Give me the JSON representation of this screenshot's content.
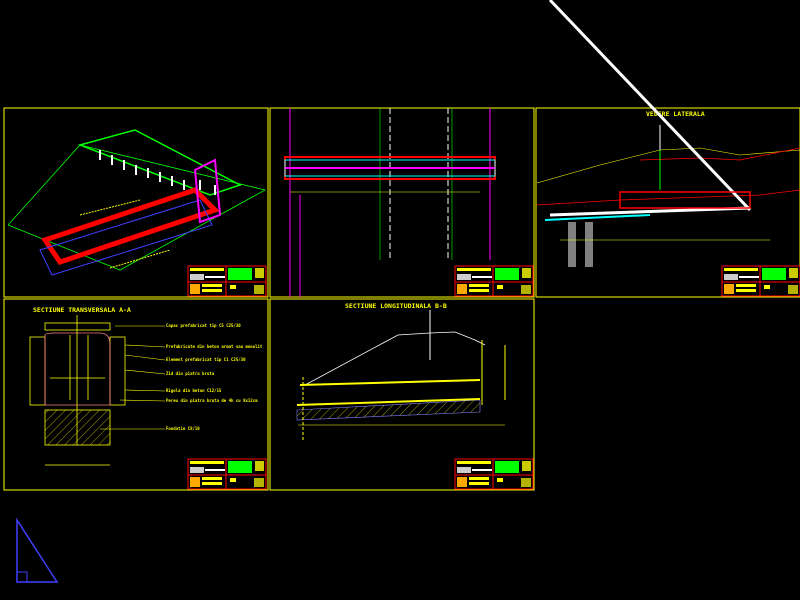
{
  "app": {
    "type": "CAD model space viewer",
    "background": "#000000"
  },
  "colors": {
    "frame": "#ffff00",
    "red": "#ff0000",
    "magenta": "#ff00ff",
    "green": "#00ff00",
    "cyan": "#00ffff",
    "blue": "#4040ff",
    "white": "#ffffff"
  },
  "sheets": [
    {
      "id": "axonometric",
      "title": ""
    },
    {
      "id": "plan",
      "title": ""
    },
    {
      "id": "side-view",
      "title": "VEDERE LATERALA"
    },
    {
      "id": "cross-section",
      "title": "SECTIUNE TRANSVERSALA A-A",
      "labels": [
        "Capac prefabricat tip C5 C25/30",
        "Prefabricate din beton armat sau monolit",
        "Element prefabricat tip C1 C25/30",
        "Zid din piatra bruta",
        "Rigola din beton C12/15",
        "Pereu din piatra bruta de 4h cu 8x12cm",
        "Fundatie C8/10"
      ]
    },
    {
      "id": "longitudinal-section",
      "title": "SECTIUNE LONGITUDINALA B-B"
    }
  ],
  "ucs_icon": {
    "name": "ucs-icon"
  }
}
